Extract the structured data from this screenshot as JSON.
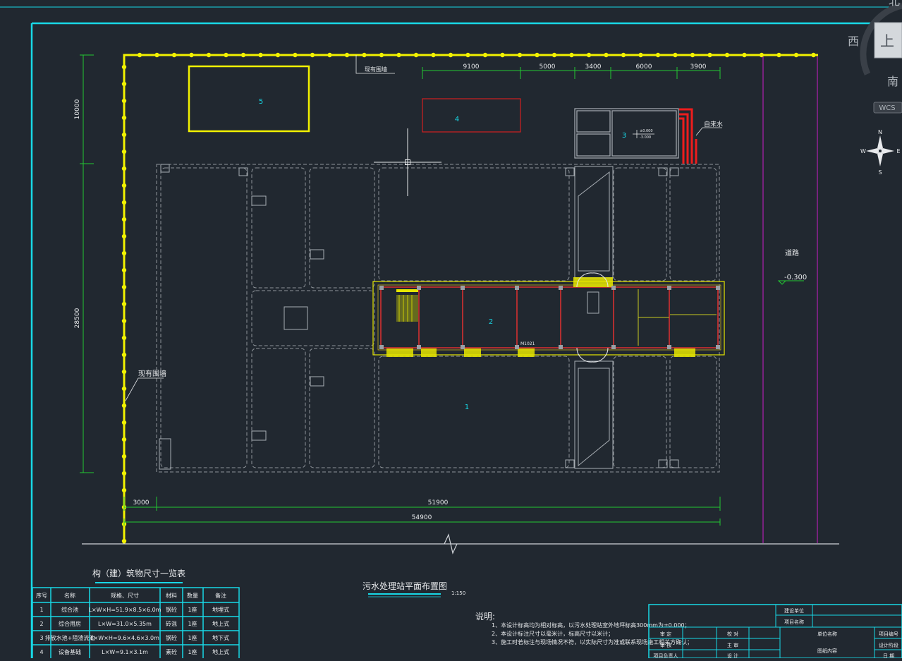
{
  "viewcube": {
    "north": "北",
    "west": "西",
    "south": "南",
    "top": "上",
    "wcs": "WCS"
  },
  "compass": {
    "n": "N",
    "s": "S",
    "e": "E",
    "w": "W"
  },
  "dims_top": [
    "9100",
    "5000",
    "3400",
    "6000",
    "3900"
  ],
  "dims_left": [
    "10000",
    "28500"
  ],
  "dims_bottom": {
    "d3000": "3000",
    "d51900": "51900",
    "d54900": "54900"
  },
  "labels": {
    "existing_wall_top": "现有围墙",
    "existing_wall_left": "现有围墙",
    "road": "道路",
    "road_elev": "-0.300",
    "self_water": "自来水",
    "door_tag": "M1021",
    "elev_a": "±0.000",
    "elev_b": "-3.000"
  },
  "block_numbers": {
    "b1": "1",
    "b2": "2",
    "b3": "3",
    "b4": "4",
    "b5": "5"
  },
  "plan_title": "污水处理站平面布置图",
  "plan_scale": "1:150",
  "table": {
    "title": "构（建）筑物尺寸一览表",
    "headers": [
      "序号",
      "名称",
      "规格、尺寸",
      "材料",
      "数量",
      "备注"
    ],
    "rows": [
      [
        "1",
        "综合池",
        "L×W×H=51.9×8.5×6.0m",
        "钢砼",
        "1座",
        "地埋式"
      ],
      [
        "2",
        "综合用房",
        "L×W=31.0×5.35m",
        "砖混",
        "1座",
        "地上式"
      ],
      [
        "3",
        "排放水池+阻渣流池",
        "L×W×H=9.6×4.6×3.0m",
        "钢砼",
        "1座",
        "地下式"
      ],
      [
        "4",
        "设备基础",
        "L×W=9.1×3.1m",
        "素砼",
        "1座",
        "地上式"
      ]
    ]
  },
  "notes": {
    "title": "说明:",
    "items": [
      "1、本设计标高均为相对标高，以污水处理站室外地坪标高300mm为±0.000；",
      "2、本设计标注尺寸以毫米计，标高尺寸以米计；",
      "3、施工时若标注与现场情况不符，以实际尺寸为准或联系现场施工相关方确认；"
    ]
  },
  "title_block": {
    "build_unit": "建设单位",
    "project_name": "项目名称",
    "review": "审  定",
    "check": "审  核",
    "project_lead": "项目负责人",
    "proof": "校  对",
    "chief": "主  审",
    "design": "设  计",
    "unit_name": "单位名称",
    "drawing_content": "图纸内容",
    "project_no": "项目编号",
    "design_stage": "设计阶段",
    "sheet": "日  期"
  }
}
